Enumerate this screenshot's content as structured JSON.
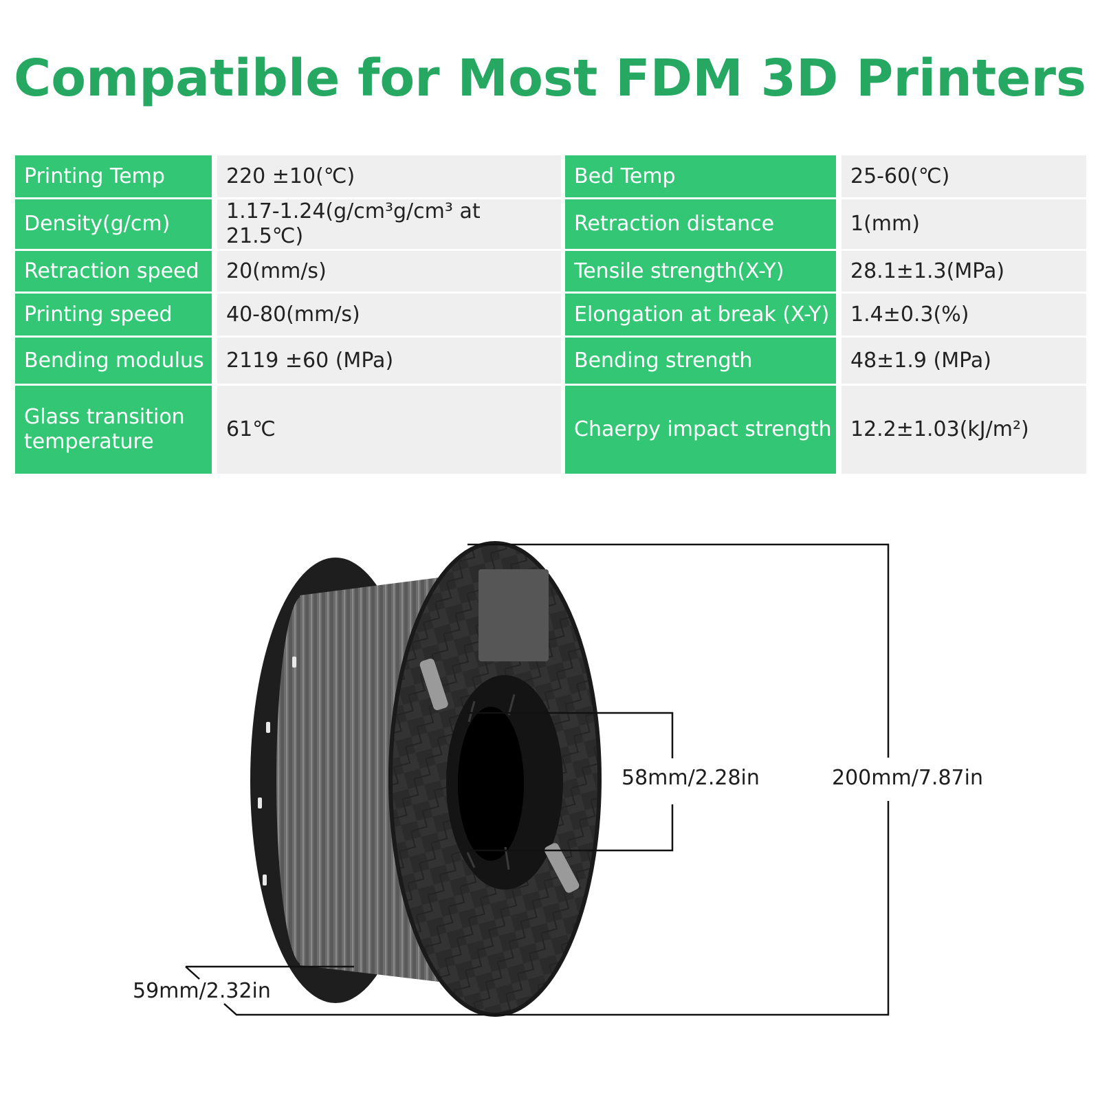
{
  "title": "Compatible for Most FDM 3D Printers",
  "specs": [
    {
      "k1": "Printing Temp",
      "v1": "220 ±10(℃)",
      "k2": "Bed Temp",
      "v2": "25-60(℃)"
    },
    {
      "k1": "Density(g/cm)",
      "v1": "1.17-1.24(g/cm³g/cm³ at 21.5℃)",
      "k2": "Retraction distance",
      "v2": "1(mm)"
    },
    {
      "k1": "Retraction speed",
      "v1": "20(mm/s)",
      "k2": "Tensile strength(X-Y)",
      "v2": "28.1±1.3(MPa)"
    },
    {
      "k1": "Printing speed",
      "v1": "40-80(mm/s)",
      "k2": "Elongation at break (X-Y)",
      "v2": "1.4±0.3(%)"
    },
    {
      "k1": "Bending modulus",
      "v1": "2119 ±60 (MPa)",
      "k2": "Bending strength",
      "v2": "48±1.9 (MPa)"
    },
    {
      "k1": "Glass transition temperature",
      "v1": "61℃",
      "k2": "Chaerpy impact strength",
      "v2": "12.2±1.03(kJ/m²)"
    }
  ],
  "dimensions": {
    "inner": "58mm/2.28in",
    "outer": "200mm/7.87in",
    "width": "59mm/2.32in"
  },
  "colors": {
    "title_green": "#27a862",
    "label_green": "#33c775",
    "value_gray": "#efefef",
    "filament": "#6e6e6e",
    "spool": "#2a2a2a"
  }
}
